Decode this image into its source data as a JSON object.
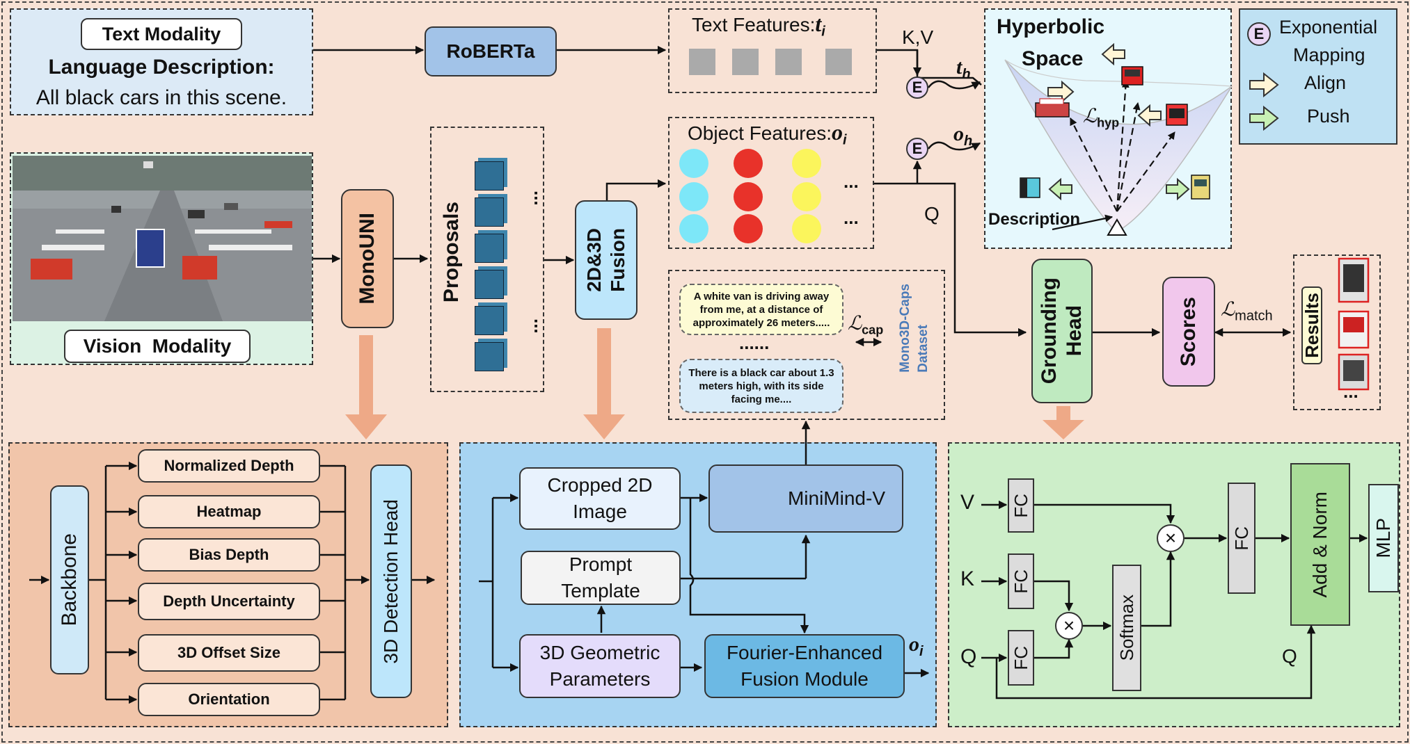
{
  "text_modality": {
    "badge": "Text Modality",
    "heading": "Language Description:",
    "sentence": "All black cars in this scene."
  },
  "vision_modality": {
    "badge": "Vision  Modality"
  },
  "roberta": "RoBERTa",
  "text_features": {
    "label": "Text Features:",
    "symbol": "t",
    "sub": "i"
  },
  "object_features": {
    "label": "Object Features:",
    "symbol": "o",
    "sub": "i",
    "ellipsis": "..."
  },
  "kv_label": "K,V",
  "q_label": "Q",
  "th": {
    "symbol": "t",
    "sub": "h"
  },
  "oh": {
    "symbol": "o",
    "sub": "h"
  },
  "exp_symbol": "E",
  "hyperbolic": {
    "title_line1": "Hyperbolic",
    "title_line2": "Space",
    "loss_symbol": "ℒ",
    "loss_sub": "hyp",
    "description": "Description"
  },
  "legend": {
    "symbol": "E",
    "exp_line1": "Exponential",
    "exp_line2": "Mapping",
    "align": "Align",
    "push": "Push"
  },
  "monouni": "MonoUNI",
  "proposals": {
    "label": "Proposals",
    "ellipsis": "..."
  },
  "fusion_2d3d": {
    "line1": "2D&3D",
    "line2": "Fusion"
  },
  "captions": {
    "caption1": "A white van is driving away from me, at a distance of approximately 26 meters.....",
    "dots": "......",
    "caption2": "There is a black car about 1.3 meters high, with its side facing me....",
    "loss_symbol": "ℒ",
    "loss_sub": "cap",
    "dataset_line1": "Mono3D-Caps",
    "dataset_line2": "Dataset"
  },
  "grounding_head": {
    "line1": "Grounding",
    "line2": "Head"
  },
  "scores": "Scores",
  "match": {
    "symbol": "ℒ",
    "sub": "match"
  },
  "results": {
    "label": "Results",
    "ellipsis": "..."
  },
  "detection_panel": {
    "backbone": "Backbone",
    "branches": [
      "Normalized Depth",
      "Heatmap",
      "Bias Depth",
      "Depth Uncertainty",
      "3D Offset Size",
      "Orientation"
    ],
    "head": "3D Detection Head"
  },
  "fusion_panel": {
    "cropped_line1": "Cropped 2D",
    "cropped_line2": "Image",
    "minimind": "MiniMind-V",
    "prompt_line1": "Prompt",
    "prompt_line2": "Template",
    "geo_line1": "3D Geometric",
    "geo_line2": "Parameters",
    "fourier_line1": "Fourier-Enhanced",
    "fourier_line2": "Fusion Module",
    "out_symbol": "o",
    "out_sub": "i"
  },
  "grounding_panel": {
    "v": "V",
    "k": "K",
    "q": "Q",
    "q2": "Q",
    "fc": "FC",
    "softmax": "Softmax",
    "times": "×",
    "add_norm": "Add & Norm",
    "mlp": "MLP"
  },
  "colors": {
    "canvas": "#f8e2d5",
    "text_panel": "#dceaf6",
    "vision_panel": "#dcf2e4",
    "hyper_panel": "#e6f8fd",
    "legend_panel": "#bfe1f3",
    "detect_panel": "#f1c5aa",
    "fusion_panel": "#a7d4f2",
    "ground_panel": "#cdeec9",
    "roberta": "#a2c3e8",
    "monouni": "#f4c2a3",
    "fusion_box": "#bde6fb",
    "grounding": "#bfeac0",
    "scores": "#f1c7ec",
    "arrow_big": "#eea987",
    "dot_cyan": "#7de7f8",
    "dot_red": "#e8322a",
    "dot_yellow": "#fbf55c",
    "dataset_text": "#4a7ab8"
  }
}
